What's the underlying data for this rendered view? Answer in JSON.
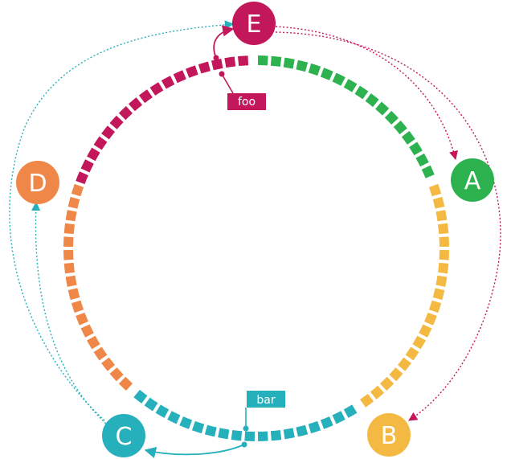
{
  "nodes": [
    {
      "id": "E",
      "label": "E",
      "color": "#c2185b"
    },
    {
      "id": "A",
      "label": "A",
      "color": "#2db24f"
    },
    {
      "id": "B",
      "label": "B",
      "color": "#f4b942"
    },
    {
      "id": "C",
      "label": "C",
      "color": "#26b0bb"
    },
    {
      "id": "D",
      "label": "D",
      "color": "#ee8747"
    }
  ],
  "tags": [
    {
      "id": "foo",
      "label": "foo",
      "color": "#c2185b"
    },
    {
      "id": "bar",
      "label": "bar",
      "color": "#26b0bb"
    }
  ],
  "ring_segments": [
    {
      "owner": "E",
      "color": "#c2185b"
    },
    {
      "owner": "A",
      "color": "#2db24f"
    },
    {
      "owner": "B",
      "color": "#f4b942"
    },
    {
      "owner": "C",
      "color": "#26b0bb"
    },
    {
      "owner": "D",
      "color": "#ee8747"
    }
  ],
  "edges": [
    {
      "from": "E",
      "to": "A",
      "color": "#c2185b",
      "style": "dotted"
    },
    {
      "from": "E",
      "to": "B",
      "color": "#c2185b",
      "style": "dotted"
    },
    {
      "from": "C",
      "to": "E",
      "color": "#26b0bb",
      "style": "dotted"
    },
    {
      "from": "C",
      "to": "D",
      "color": "#26b0bb",
      "style": "dotted"
    },
    {
      "from": "foo",
      "to": "E",
      "color": "#c2185b",
      "style": "solid"
    },
    {
      "from": "bar",
      "to": "C",
      "color": "#26b0bb",
      "style": "solid"
    }
  ]
}
